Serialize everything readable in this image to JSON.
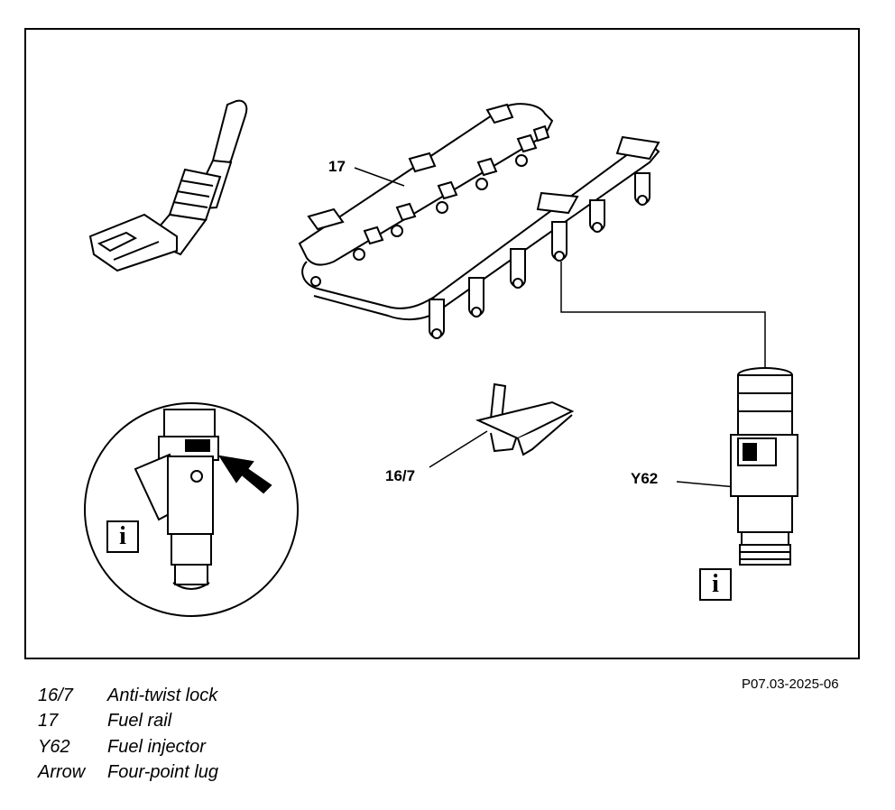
{
  "callouts": {
    "fuel_rail": "17",
    "anti_twist_lock": "16/7",
    "fuel_injector": "Y62"
  },
  "info_symbol": "i",
  "figure_ref": "P07.03-2025-06",
  "legend": [
    {
      "code": "16/7",
      "desc": "Anti-twist lock"
    },
    {
      "code": "17",
      "desc": "Fuel rail"
    },
    {
      "code": "Y62",
      "desc": "Fuel injector"
    },
    {
      "code": "Arrow",
      "desc": "Four-point lug"
    }
  ]
}
